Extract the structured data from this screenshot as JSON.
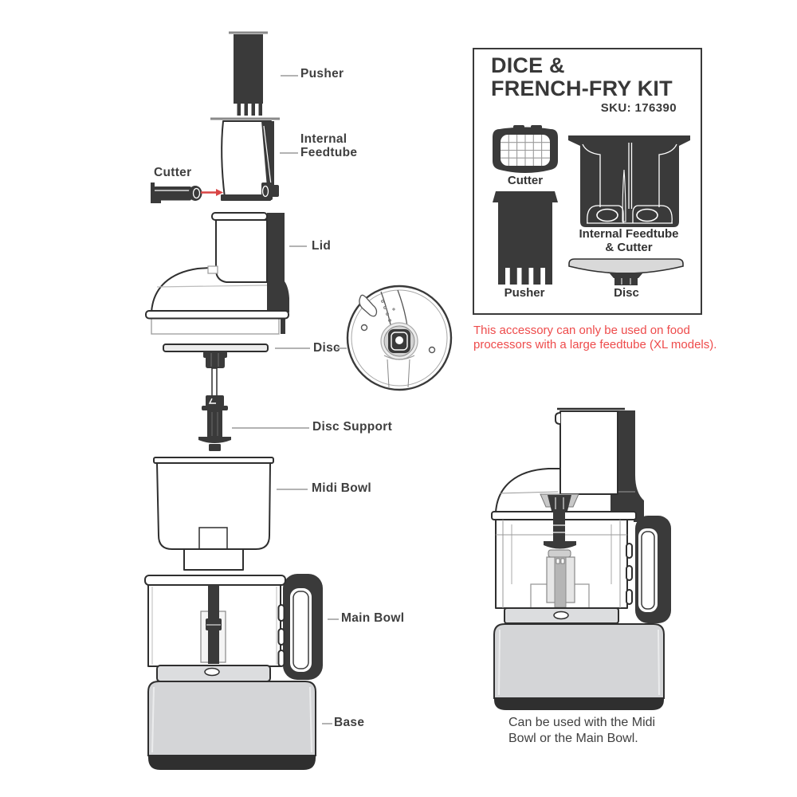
{
  "colors": {
    "ink": "#3a3a3a",
    "leader_gray": "#b3b3b3",
    "accent_red": "#ee4b4b",
    "base_gray": "#d4d5d7",
    "platform_gray": "#dcdddf"
  },
  "exploded_view": {
    "labels": {
      "pusher": "Pusher",
      "internal_feedtube_line1": "Internal",
      "internal_feedtube_line2": "Feedtube",
      "cutter": "Cutter",
      "lid": "Lid",
      "disc": "Disc",
      "disc_support": "Disc Support",
      "midi_bowl": "Midi Bowl",
      "main_bowl": "Main Bowl",
      "base": "Base"
    }
  },
  "kit_panel": {
    "title_line1": "DICE &",
    "title_line2": "FRENCH-FRY KIT",
    "sku": "SKU: 176390",
    "item_labels": {
      "cutter": "Cutter",
      "feedtube_line1": "Internal Feedtube",
      "feedtube_line2": "& Cutter",
      "pusher": "Pusher",
      "disc": "Disc"
    },
    "note_line1": "This accessory can only be used on food",
    "note_line2": "processors with a large feedtube (XL models)."
  },
  "assembled_view": {
    "caption_line1": "Can be used with the Midi",
    "caption_line2": "Bowl or the Main Bowl."
  }
}
